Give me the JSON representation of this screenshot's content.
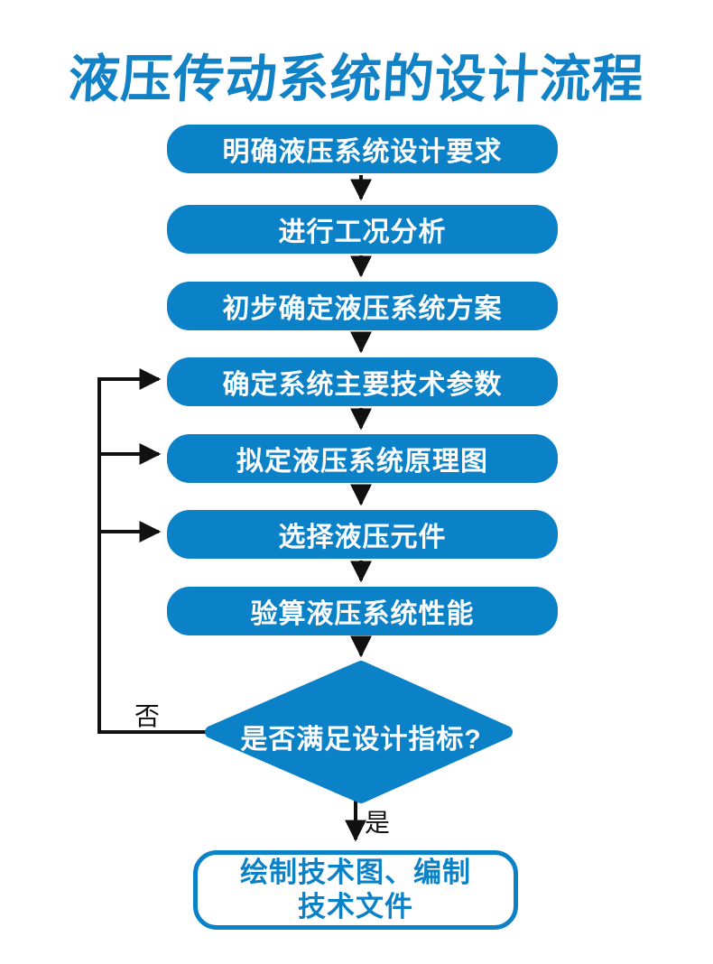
{
  "title": "液压传动系统的设计流程",
  "flow": {
    "steps": [
      "明确液压系统设计要求",
      "进行工况分析",
      "初步确定液压系统方案",
      "确定系统主要技术参数",
      "拟定液压系统原理图",
      "选择液压元件",
      "验算液压系统性能"
    ],
    "decision": "是否满足设计指标?",
    "branch_labels": {
      "no": "否",
      "yes": "是"
    },
    "final": {
      "line1": "绘制技术图、编制",
      "line2": "技术文件"
    }
  },
  "colors": {
    "accent_blue": "#0b82c8",
    "title_blue": "#1282c6",
    "connector_black": "#111111",
    "box_text_white": "#ffffff",
    "background": "#ffffff"
  }
}
